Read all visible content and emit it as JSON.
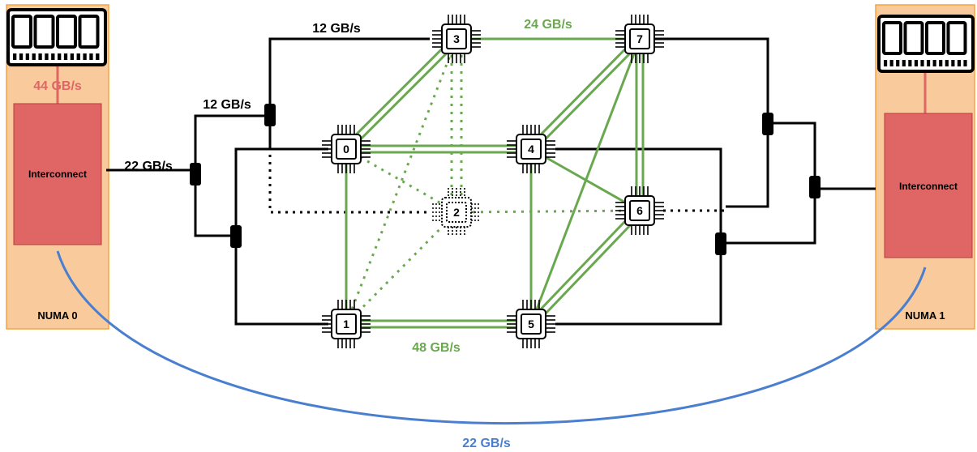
{
  "colors": {
    "numa_panel": "#f9cb9c",
    "numa_border": "#f4a340",
    "interconnect_fill": "#e06666",
    "interconnect_border": "#b83b3b",
    "memory_link": "#e06666",
    "gpu_link": "#6aa84f",
    "pcie_link": "#000000",
    "numa_link": "#4a7fcf"
  },
  "numa": [
    {
      "label": "NUMA 0",
      "interconnect_label": "Interconnect",
      "memory_icon": "ram-module-icon",
      "memory_bandwidth": "44 GB/s"
    },
    {
      "label": "NUMA 1",
      "interconnect_label": "Interconnect",
      "memory_icon": "ram-module-icon"
    }
  ],
  "gpus": [
    {
      "id": "0",
      "state": "present"
    },
    {
      "id": "1",
      "state": "present"
    },
    {
      "id": "2",
      "state": "absent"
    },
    {
      "id": "3",
      "state": "present"
    },
    {
      "id": "4",
      "state": "present"
    },
    {
      "id": "5",
      "state": "present"
    },
    {
      "id": "6",
      "state": "present"
    },
    {
      "id": "7",
      "state": "present"
    }
  ],
  "bandwidth_labels": {
    "numa_memory": "44 GB/s",
    "cpu_to_switch": "22 GB/s",
    "pcie_switch_upper": "12 GB/s",
    "pcie_gpu3": "12 GB/s",
    "nvlink_gpu3_gpu7": "24 GB/s",
    "nvlink_double": "48 GB/s",
    "numa_interconnect": "22 GB/s"
  }
}
